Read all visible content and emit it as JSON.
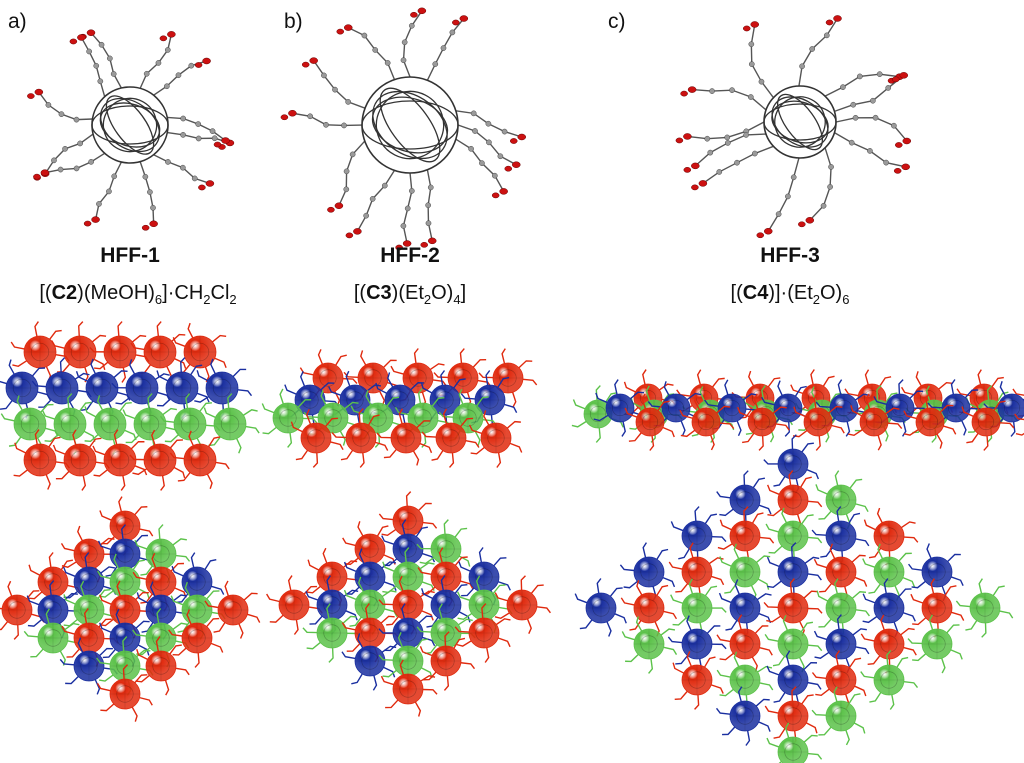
{
  "panels": [
    {
      "letter": "a)",
      "title": "HFF-1",
      "formula": {
        "open": "[(",
        "compound": "C2",
        "rest1": ")(MeOH)",
        "sub1": "6",
        "rest2": "]·CH",
        "sub2": "2",
        "rest3": "Cl",
        "sub3": "2",
        "rest4": ""
      }
    },
    {
      "letter": "b)",
      "title": "HFF-2",
      "formula": {
        "open": "[(",
        "compound": "C3",
        "rest1": ")(Et",
        "sub1": "2",
        "rest2": "O)",
        "sub2": "4",
        "rest3": "]",
        "sub3": "",
        "rest4": ""
      }
    },
    {
      "letter": "c)",
      "title": "HFF-3",
      "formula": {
        "open": "[(",
        "compound": "C4",
        "rest1": ")]·(Et",
        "sub1": "2",
        "rest2": "O)",
        "sub2": "6",
        "rest3": "",
        "sub3": "",
        "rest4": ""
      }
    }
  ],
  "colors": {
    "red": "#e02a0e",
    "blue": "#1a2fa0",
    "green": "#5cc24a",
    "cage": "#333333",
    "oxygen": "#cc1111",
    "carbon": "#9a9a9a"
  }
}
